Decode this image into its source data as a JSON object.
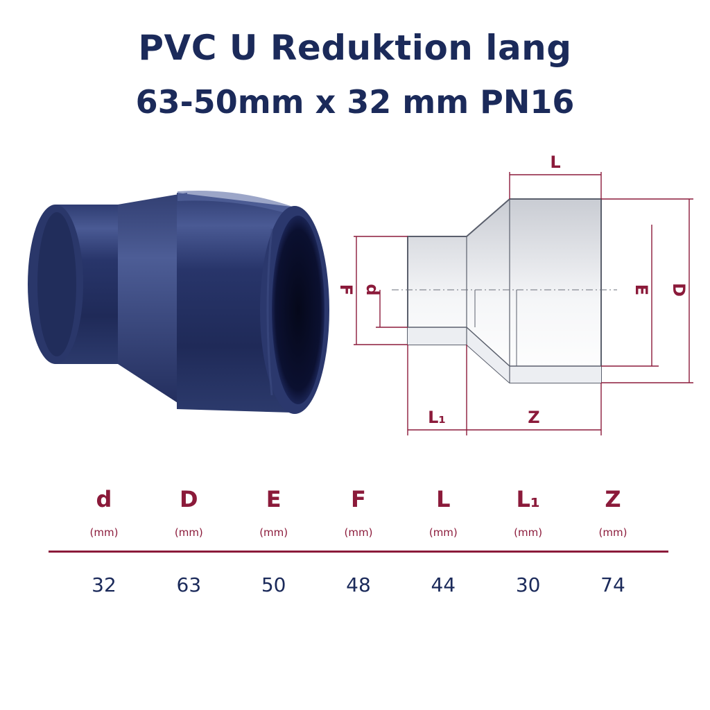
{
  "title": {
    "line1": "PVC U Reduktion lang",
    "line2": "63-50mm x 32 mm PN16"
  },
  "drawing": {
    "labels": {
      "L": "L",
      "d": "d",
      "F": "F",
      "E": "E",
      "D": "D",
      "L1": "L₁",
      "Z": "Z"
    }
  },
  "table": {
    "columns": [
      {
        "symbol": "d",
        "unit": "(mm)",
        "value": "32"
      },
      {
        "symbol": "D",
        "unit": "(mm)",
        "value": "63"
      },
      {
        "symbol": "E",
        "unit": "(mm)",
        "value": "50"
      },
      {
        "symbol": "F",
        "unit": "(mm)",
        "value": "48"
      },
      {
        "symbol": "L",
        "unit": "(mm)",
        "value": "44"
      },
      {
        "symbol": "L₁",
        "unit": "(mm)",
        "value": "30"
      },
      {
        "symbol": "Z",
        "unit": "(mm)",
        "value": "74"
      }
    ]
  },
  "colors": {
    "title": "#1b2a5a",
    "dimension": "#8b1a3a",
    "pipe": "#24305e"
  }
}
